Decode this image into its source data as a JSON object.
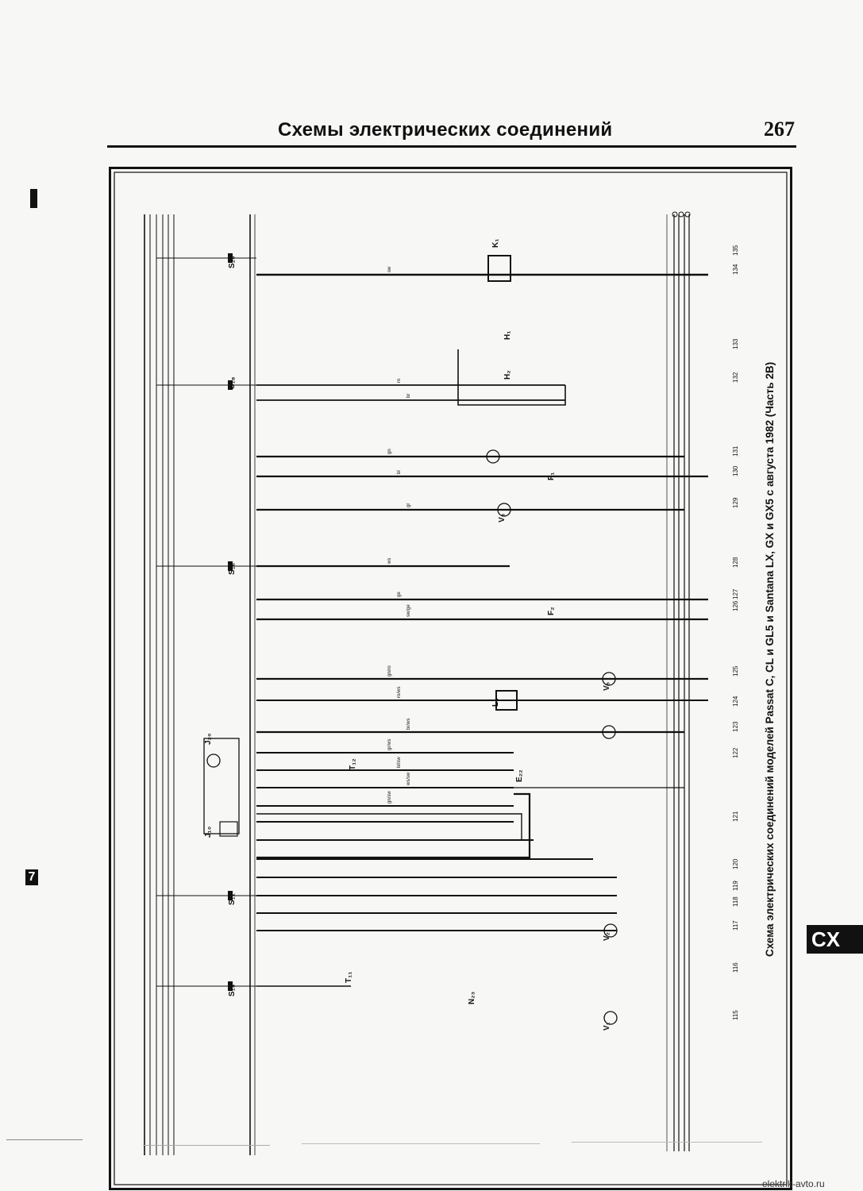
{
  "header": {
    "title": "Схемы электрических соединений",
    "page_number": "267"
  },
  "diagram": {
    "title": "Схема электрических соединений моделей Passat C, CL и GL5 и Santana LX, GX и GX5 с августа 1982 (Часть 2В)",
    "column_numbers": [
      "115",
      "116",
      "117",
      "118",
      "119",
      "120",
      "121",
      "122",
      "123",
      "124",
      "125",
      "126",
      "127",
      "128",
      "129",
      "130",
      "131",
      "132",
      "133",
      "134",
      "135"
    ],
    "component_labels": [
      "S₁₁",
      "S₁₄",
      "S₁₆",
      "S₁₈",
      "S₂₀",
      "J₁₀",
      "J₂₀",
      "T₁₁",
      "T₁₂",
      "N₂₃",
      "V₁",
      "V₂",
      "V₃",
      "V₅",
      "E₂₂",
      "H₁",
      "H₂",
      "K₁",
      "L₃",
      "F₁",
      "F₂"
    ],
    "wire_color_labels": [
      "sw",
      "ro",
      "br",
      "gn",
      "bl",
      "gr",
      "ws",
      "ge",
      "sw/ge",
      "gn/ro",
      "ro/ws",
      "br/ws",
      "gr/ws",
      "bl/sw",
      "ws/sw",
      "gn/sw"
    ]
  },
  "sidebar": {
    "chapter_tab": "CX",
    "chapter_number": "7"
  },
  "footer": {
    "site": "elektrik-avto.ru"
  }
}
